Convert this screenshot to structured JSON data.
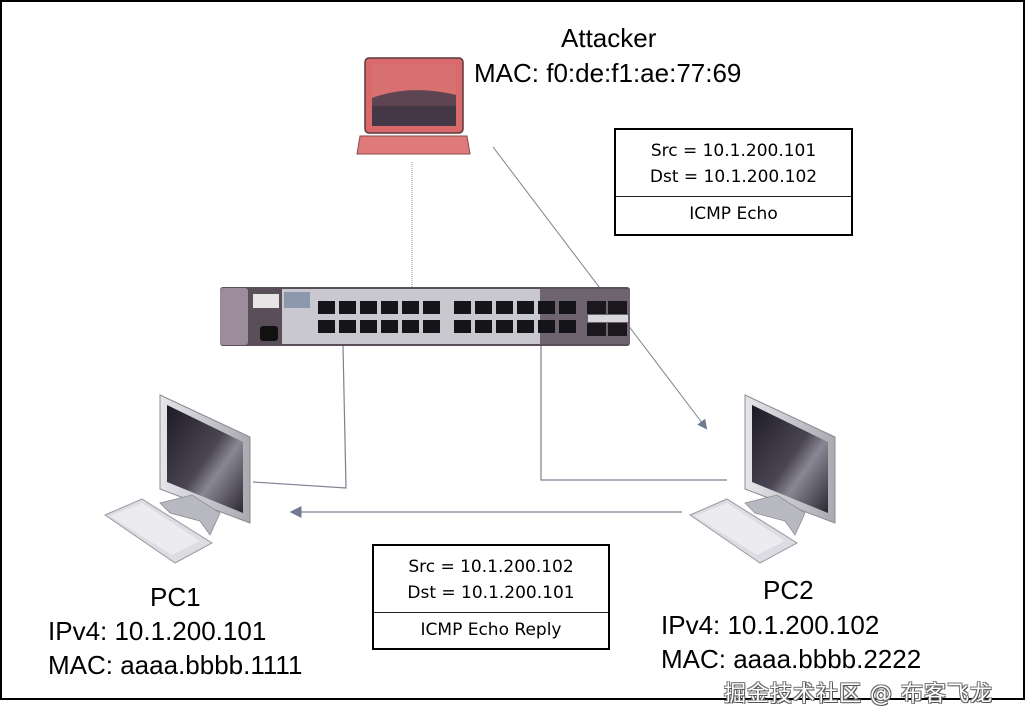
{
  "diagram": {
    "type": "network-topology",
    "nodes": {
      "attacker": {
        "name": "Attacker",
        "mac_label": "MAC: f0:de:f1:ae:77:69",
        "device": "laptop",
        "color": "#d9696b"
      },
      "switch": {
        "device": "network-switch",
        "ports": 24,
        "uplink_ports": 4
      },
      "pc1": {
        "name": "PC1",
        "ipv4_label": "IPv4: 10.1.200.101",
        "mac_label": "MAC: aaaa.bbbb.1111",
        "device": "desktop-computer"
      },
      "pc2": {
        "name": "PC2",
        "ipv4_label": "IPv4: 10.1.200.102",
        "mac_label": "MAC: aaaa.bbbb.2222",
        "device": "desktop-computer"
      }
    },
    "packets": [
      {
        "src": "Src = 10.1.200.101",
        "dst": "Dst = 10.1.200.102",
        "type": "ICMP Echo"
      },
      {
        "src": "Src = 10.1.200.102",
        "dst": "Dst = 10.1.200.101",
        "type": "ICMP Echo Reply"
      }
    ],
    "flows": [
      {
        "from": "attacker",
        "to": "pc2",
        "label": "ICMP Echo"
      },
      {
        "from": "pc2",
        "to": "pc1",
        "label": "ICMP Echo Reply"
      }
    ],
    "colors": {
      "link": "#7a8190",
      "arrow": "#6f7c90"
    }
  },
  "watermark": "掘金技术社区 @ 布客飞龙"
}
